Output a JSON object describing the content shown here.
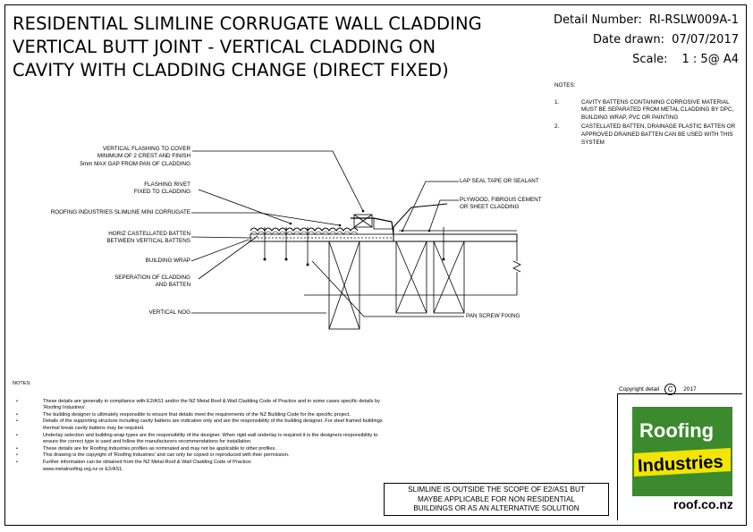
{
  "title": {
    "line1": "RESIDENTIAL SLIMLINE CORRUGATE WALL CLADDING",
    "line2": "VERTICAL BUTT JOINT - VERTICAL CLADDING ON",
    "line3": "CAVITY WITH CLADDING CHANGE (DIRECT FIXED)"
  },
  "meta": {
    "detail_label": "Detail Number:",
    "detail_value": "RI-RSLW009A-1",
    "date_label": "Date drawn:",
    "date_value": "07/07/2017",
    "scale_label": "Scale:",
    "scale_value": "1 : 5@ A4"
  },
  "notes_right": {
    "heading": "NOTES:",
    "items": [
      {
        "num": "1.",
        "text": "CAVITY BATTENS CONTAINING CORROSIVE MATERIAL MUST BE SEPARATED FROM METAL CLADDING BY DPC, BUILDING WRAP, PVC OR PAINTING"
      },
      {
        "num": "2.",
        "text": "CASTELLATED BATTEN, DRAINAGE PLASTIC BATTEN OR APPROVED DRAINED BATTEN CAN BE USED WITH THIS SYSTEM"
      }
    ]
  },
  "labels": {
    "flashing1": "VERTICAL FLASHING TO COVER",
    "flashing2": "MINIMUM OF 2 CREST AND FINISH",
    "flashing3": "5mm MAX GAP FROM PAN OF CLADDING",
    "rivet1": "FLASHING RIVET",
    "rivet2": "FIXED TO CLADDING",
    "slimline": "ROOFING INDUSTRIES SLIMLINE MINI CORRUGATE",
    "batten1": "HORIZ CASTELLATED BATTEN",
    "batten2": "BETWEEN VERTICAL BATTENS",
    "wrap": "BUILDING WRAP",
    "sep1": "SEPERATION OF CLADDING",
    "sep2": "AND BATTEN",
    "nog": "VERTICAL NOG",
    "lap": "LAP SEAL TAPE OR SEALANT",
    "ply1": "PLYWOOD, FIBROUS CEMENT",
    "ply2": "OR SHEET CLADDING",
    "screw": "PAN SCREW FIXING"
  },
  "notes_bottom": {
    "heading": "NOTES:",
    "items": [
      "These details are generally in compliance with E2/AS1 and/or the NZ Metal Roof & Wall Cladding Code of Practice and in some cases specific details by 'Roofing Industries'.",
      "The building designer is ultimately responsible to ensure that details meet the requirements of the NZ Building Code for the specific project.",
      "Details of the supporting structure including cavity battens are indicative only and are the responsibility of the building designer. For steel framed buildings thermal break cavity battens may be required.",
      "Underlay selection and building wrap types are the responsibility of the designer. When rigid wall underlay is required it is the designers responsibility to ensure the correct type is used and follow the manufacturers recommendations for installation.",
      "These details are for Roofing Industries profiles as nominated and may not be applicable to other profiles.",
      "This drawing is the copyright of 'Roofing Industries' and can only be copied or reproduced with their permission.",
      "Further information can be obtained from the NZ Metal Roof & Wall Cladding Code of Practice:"
    ],
    "tail": "www.metalroofing.org.nz or E2/AS1."
  },
  "scope": {
    "line1": "SLIMLINE IS OUTSIDE THE SCOPE OF E2/AS1 BUT",
    "line2": "MAYBE APPLICABLE FOR NON RESIDENTIAL",
    "line3": "BUILDINGS OR AS AN ALTERNATIVE SOLUTION"
  },
  "copyright": {
    "label": "Copyright detail",
    "symbol": "C",
    "year": "2017"
  },
  "logo": {
    "word1": "Roofing",
    "word2": "Industries",
    "url": "roof.co.nz",
    "green": "#3c8a2e",
    "yellow": "#f2e500"
  }
}
